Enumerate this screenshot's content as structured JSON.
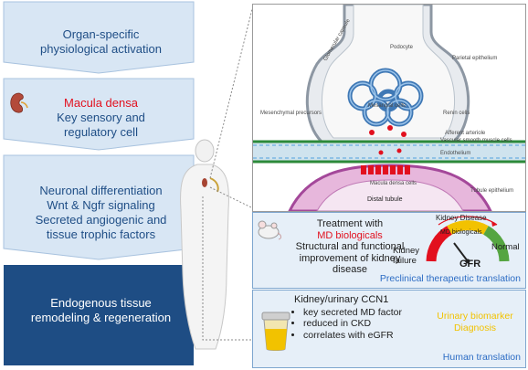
{
  "left_column": {
    "step1": {
      "line1": "Organ-specific",
      "line2": "physiological activation"
    },
    "step2": {
      "title": "Macula densa",
      "line1": "Key sensory and",
      "line2": "regulatory cell"
    },
    "step3": {
      "line1": "Neuronal differentiation",
      "line2": "Wnt & Ngfr signaling",
      "line3": "Secreted angiogenic and",
      "line4": "tissue trophic factors"
    },
    "step4": {
      "line1": "Endogenous tissue",
      "line2": "remodeling & regeneration"
    }
  },
  "illustration_labels": {
    "glomerular_capsule": "Glomerular capsule",
    "podocyte": "Podocyte",
    "parietal_epithelium": "Parietal epithelium",
    "mesenchymal_precursors": "Mesenchymal precursors",
    "mesangial_cells": "Mesangial cells",
    "renin_cells": "Renin cells",
    "afferent_arteriole": "Afferent arteriole",
    "vascular_smooth_muscle": "Vascular smooth muscle cells",
    "endothelium": "Endothelium",
    "macula_densa_cells": "Macula densa cells",
    "distal_tubule": "Distal tubule",
    "tubule_epithelium": "Tubule epithelium"
  },
  "preclinical_panel": {
    "line1": "Treatment with",
    "highlight": "MD biologicals",
    "line3": "Structural and functional",
    "line4": "improvement of kidney",
    "line5": "disease",
    "gauge_top": "Kidney Disease",
    "gauge_mid": "MD biologicals",
    "gauge_left1": "Kidney",
    "gauge_left2": "failure",
    "gauge_right": "Normal",
    "gauge_bottom": "GFR",
    "footer": "Preclinical therapeutic translation"
  },
  "human_panel": {
    "title": "Kidney/urinary CCN1",
    "bullets": [
      "key secreted MD factor",
      "reduced in CKD",
      "correlates with eGFR"
    ],
    "biomarker_line1": "Urinary biomarker",
    "biomarker_line2": "Diagnosis",
    "footer": "Human translation"
  },
  "colors": {
    "dark_navy": "#1e4d84",
    "light_blue": "#d8e6f4",
    "accent_red": "#e2101e",
    "biomarker_yellow": "#f2c200",
    "panel_blue_text": "#2c6cc4"
  }
}
